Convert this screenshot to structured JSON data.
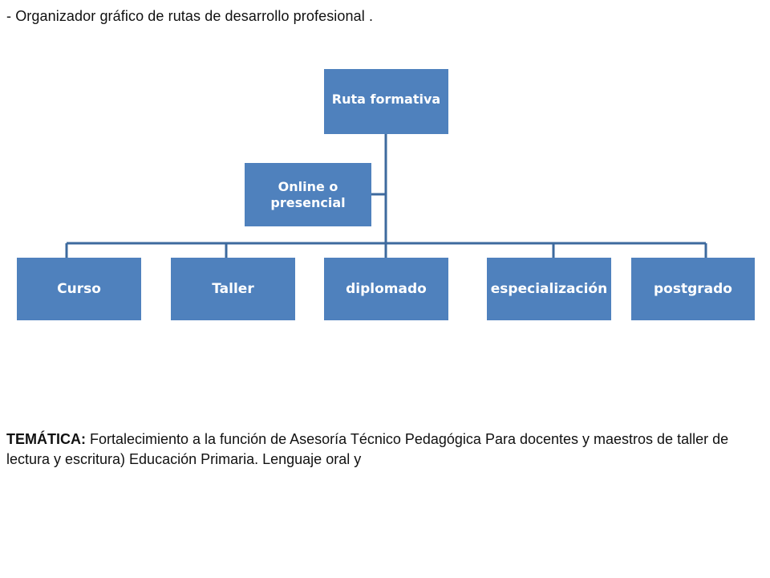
{
  "heading": "- Organizador gráfico de rutas de desarrollo profesional .",
  "diagram": {
    "root": "Ruta formativa",
    "assistant": "Online o presencial",
    "children": [
      "Curso",
      "Taller",
      "diplomado",
      "especialización",
      "postgrado"
    ],
    "colors": {
      "node_fill": "#4f81bd",
      "connector": "#3d6a9e",
      "node_text": "#ffffff"
    }
  },
  "tematica": {
    "label": "TEMÁTICA:",
    "text": " Fortalecimiento a la función de Asesoría Técnico Pedagógica Para docentes y maestros de taller de lectura y escritura) Educación Primaria. Lenguaje oral y"
  }
}
